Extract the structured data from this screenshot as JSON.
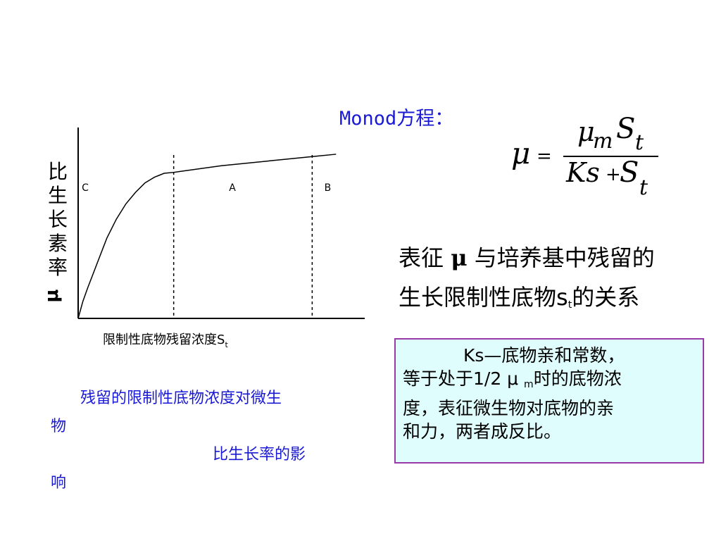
{
  "monod": {
    "title": "Monod方程：",
    "formula": {
      "lhs": "μ",
      "equals": "=",
      "num_mu": "μ",
      "num_m": "m",
      "num_S": "S",
      "num_t": "t",
      "den_Ks": "Ks",
      "den_plus": "+",
      "den_S": "S",
      "den_t": "t"
    }
  },
  "relation": {
    "part1": "表征 ",
    "mu": "μ",
    "part2": " 与培养基中残留的",
    "part3": "生长限制性底物s",
    "sub": "t",
    "part4": "的关系"
  },
  "ks_box": {
    "line1": "Ks—底物亲和常数，",
    "line2_a": "等于处于1/2 μ ",
    "line2_sub": "m",
    "line2_b": "时的底物浓",
    "line3": "度，表征微生物对底物的亲",
    "line4": "和力，两者成反比。",
    "colors": {
      "background": "#dffdfd",
      "border": "#9a3aa8"
    }
  },
  "chart_data": {
    "type": "line",
    "ylabel_chars": [
      "比",
      "生",
      "长",
      "素",
      "率"
    ],
    "ylabel_symbol": "μ",
    "xlabel": "限制性底物残留浓度S",
    "xlabel_sub": "t",
    "regions": [
      "C",
      "A",
      "B"
    ],
    "series": [
      {
        "points": [
          [
            0,
            0
          ],
          [
            0.05,
            0.09
          ],
          [
            0.1,
            0.16
          ],
          [
            0.2,
            0.29
          ],
          [
            0.3,
            0.42
          ],
          [
            0.4,
            0.52
          ],
          [
            0.5,
            0.6
          ],
          [
            0.6,
            0.66
          ],
          [
            0.7,
            0.71
          ],
          [
            0.8,
            0.74
          ],
          [
            0.85,
            0.75
          ],
          [
            0.9,
            0.76
          ],
          [
            1.0,
            0.765
          ],
          [
            1.5,
            0.8
          ],
          [
            2.0,
            0.825
          ],
          [
            2.5,
            0.85
          ],
          [
            2.7,
            0.86
          ]
        ]
      }
    ],
    "dividers_x": [
      1.0,
      2.45
    ],
    "xlim": [
      0,
      3.0
    ],
    "ylim": [
      0,
      1.0
    ],
    "grid": false,
    "line_color": "#000000"
  },
  "caption": {
    "line1": "残留的限制性底物浓度对微生",
    "line2": "物",
    "line3": "比生长率的影",
    "line4": "响",
    "color": "#1a1ad6"
  }
}
